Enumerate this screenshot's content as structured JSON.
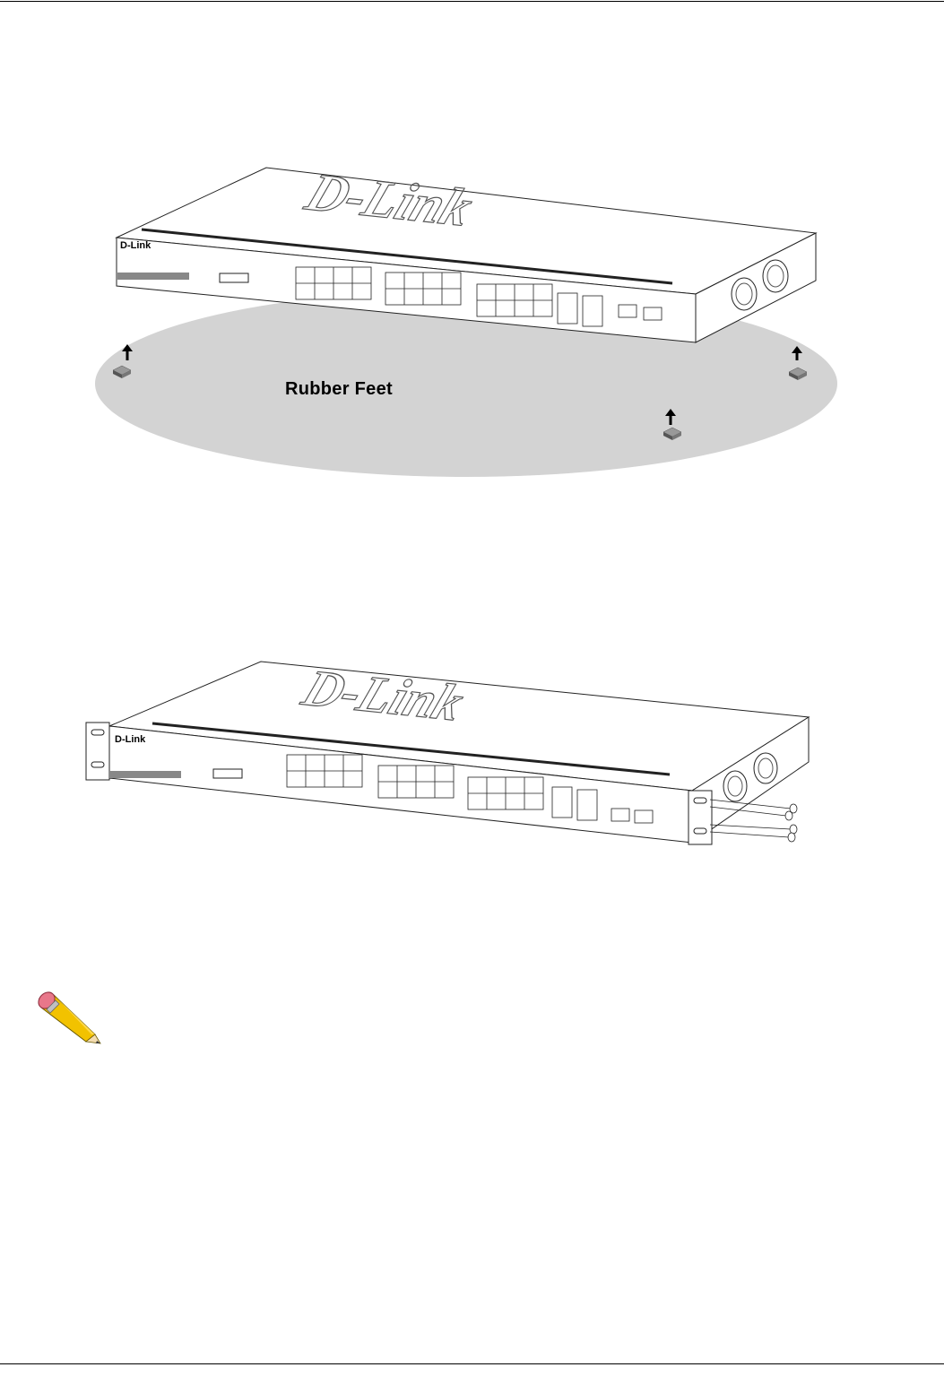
{
  "figure1": {
    "brand_logo": "D-Link",
    "feet_label": "Rubber Feet"
  },
  "figure2": {
    "brand_logo": "D-Link"
  },
  "icons": {
    "note": "pencil-icon",
    "arrow": "up-arrow-icon",
    "screw": "screw-icon"
  }
}
